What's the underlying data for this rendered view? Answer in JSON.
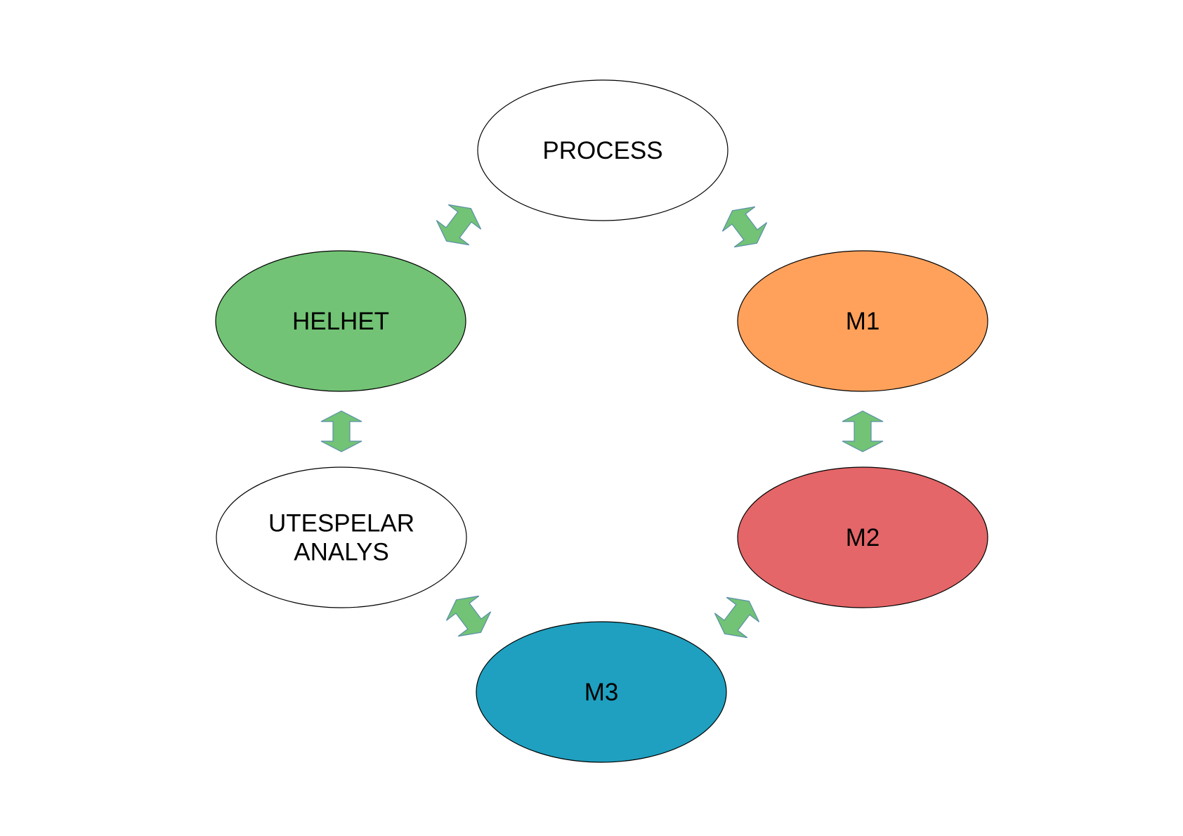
{
  "diagram": {
    "nodes": [
      {
        "id": "process",
        "lines": [
          "PROCESS"
        ],
        "fill": "#ffffff"
      },
      {
        "id": "helhet",
        "lines": [
          "HELHET"
        ],
        "fill": "#72c375"
      },
      {
        "id": "m1",
        "lines": [
          "M1"
        ],
        "fill": "#ffa15b"
      },
      {
        "id": "utespelar-analys",
        "lines": [
          "UTESPELAR",
          "ANALYS"
        ],
        "fill": "#ffffff"
      },
      {
        "id": "m2",
        "lines": [
          "M2"
        ],
        "fill": "#e46668"
      },
      {
        "id": "m3",
        "lines": [
          "M3"
        ],
        "fill": "#1fa0c0"
      }
    ],
    "connections": [
      {
        "from": "process",
        "to": "helhet"
      },
      {
        "from": "process",
        "to": "m1"
      },
      {
        "from": "helhet",
        "to": "utespelar-analys"
      },
      {
        "from": "m1",
        "to": "m2"
      },
      {
        "from": "utespelar-analys",
        "to": "m3"
      },
      {
        "from": "m2",
        "to": "m3"
      }
    ],
    "colors": {
      "node_outline": "#000000",
      "arrow_fill": "#72c375",
      "arrow_outline": "#5b8fa8"
    }
  }
}
